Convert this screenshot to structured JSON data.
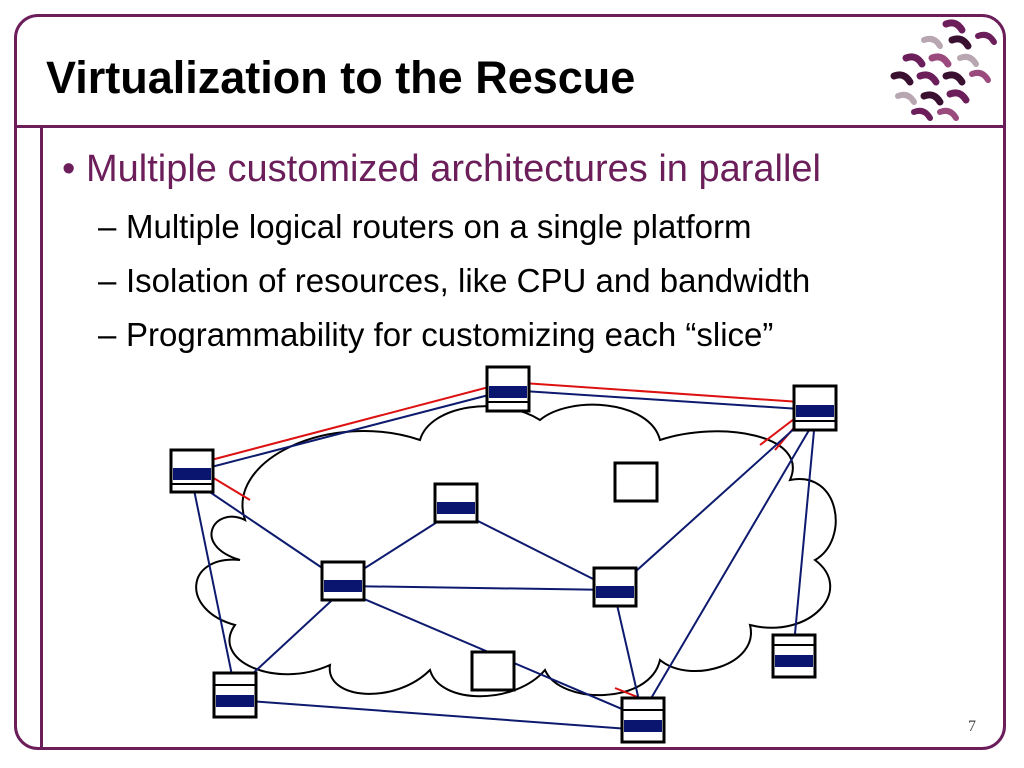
{
  "slide": {
    "title": "Virtualization to the Rescue",
    "page_number": "7"
  },
  "content": {
    "bullet": "Multiple customized architectures in parallel",
    "bullet_marker": "•",
    "sub_marker": "–",
    "sub_items": [
      "Multiple logical routers on a single platform",
      "Isolation of resources, like CPU and bandwidth",
      "Programmability for customizing each “slice”"
    ]
  },
  "colors": {
    "frame": "#6b1e5a",
    "bullet_text": "#6b1e5a",
    "router_band": "#0a1570",
    "link_blue": "#0d1a6e",
    "link_red": "#dd1111"
  },
  "icons": {
    "logo": "swirl-logo-icon",
    "router": "router-icon",
    "empty_node": "empty-node-icon",
    "cloud": "network-cloud"
  }
}
